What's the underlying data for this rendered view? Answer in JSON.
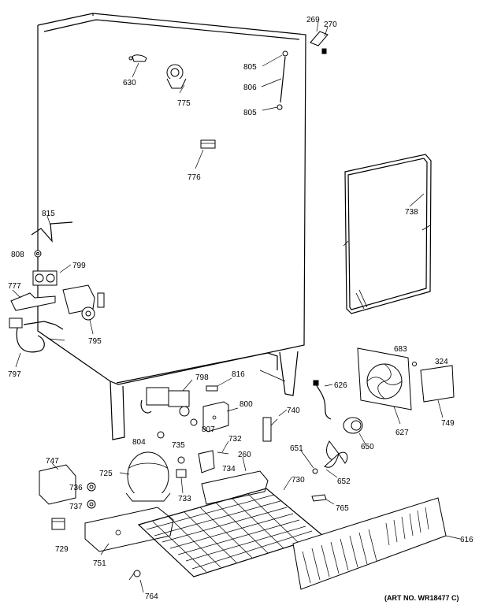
{
  "diagram": {
    "labels": {
      "l269": "269",
      "l270": "270",
      "l630": "630",
      "l775": "775",
      "l805a": "805",
      "l806": "806",
      "l805b": "805",
      "l776": "776",
      "l738": "738",
      "l815": "815",
      "l808": "808",
      "l799": "799",
      "l777": "777",
      "l795": "795",
      "l797": "797",
      "l798": "798",
      "l816": "816",
      "l800": "800",
      "l807": "807",
      "l804": "804",
      "l740": "740",
      "l626": "626",
      "l683": "683",
      "l324": "324",
      "l627": "627",
      "l749": "749",
      "l650": "650",
      "l651": "651",
      "l652": "652",
      "l735": "735",
      "l732": "732",
      "l734": "734",
      "l733": "733",
      "l260": "260",
      "l725": "725",
      "l747": "747",
      "l736": "736",
      "l737": "737",
      "l730": "730",
      "l765": "765",
      "l729": "729",
      "l751": "751",
      "l764": "764",
      "l616": "616"
    },
    "art_note": "(ART NO. WR18477 C)"
  }
}
